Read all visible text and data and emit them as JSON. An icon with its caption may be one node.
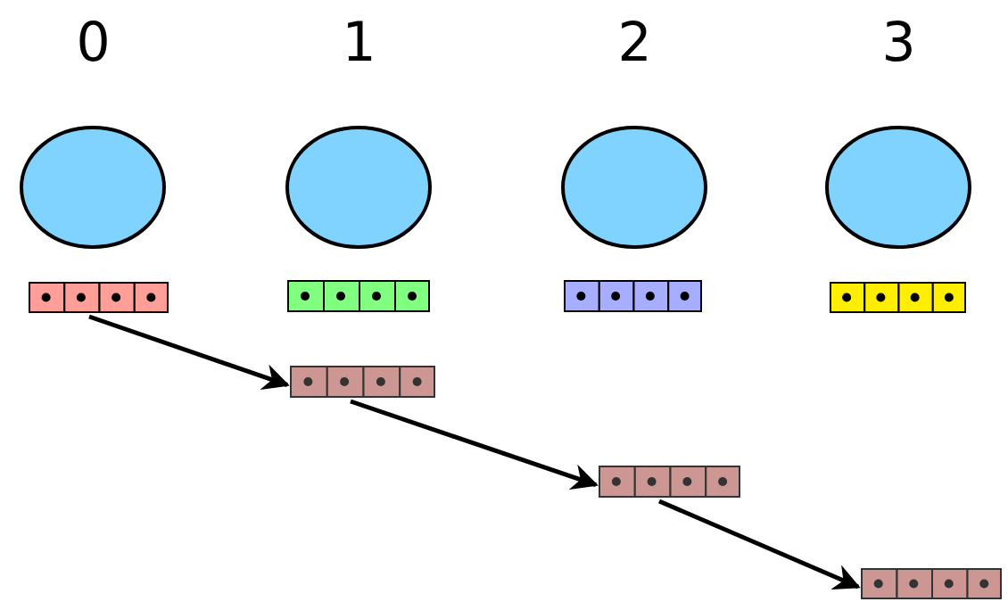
{
  "diagram": {
    "nodes": [
      {
        "text": [
          "0"
        ]
      },
      {
        "text": [
          "1"
        ]
      },
      {
        "text": [
          "2"
        ]
      },
      {
        "text": [
          "3"
        ]
      },
      {
        "text": [],
        "shape": "bar"
      },
      {
        "text": [],
        "shape": "bar"
      },
      {
        "text": [],
        "shape": "bar"
      },
      {
        "text": [],
        "shape": "bar"
      },
      {
        "text": [],
        "shape": "bar"
      },
      {
        "text": [],
        "shape": "bar"
      },
      {
        "text": [],
        "shape": "bar"
      }
    ],
    "edges": [
      {
        "from": 4,
        "to": 8,
        "arrow": "to"
      },
      {
        "from": 8,
        "to": 9,
        "arrow": "to"
      },
      {
        "from": 9,
        "to": 10,
        "arrow": "to"
      }
    ]
  }
}
